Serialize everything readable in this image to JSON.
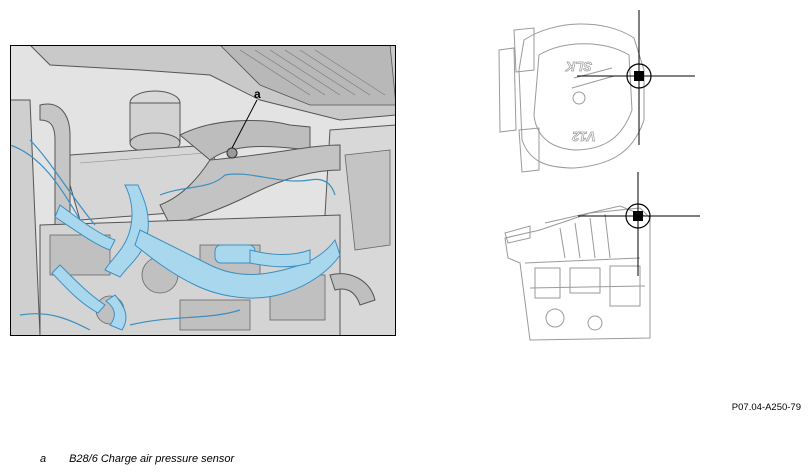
{
  "figure": {
    "callout_letter": "a",
    "reference_code": "P07.04-A250-79",
    "legend": [
      {
        "key": "a",
        "text": "B28/6 Charge air pressure sensor"
      }
    ],
    "emblem_text_top": "SLK",
    "emblem_text_v12": "V12",
    "colors": {
      "highlight_blue": "#a9d8ee",
      "highlight_outline": "#3d8fc0",
      "line_art": "#555555",
      "locator_marker": "#000000"
    }
  }
}
